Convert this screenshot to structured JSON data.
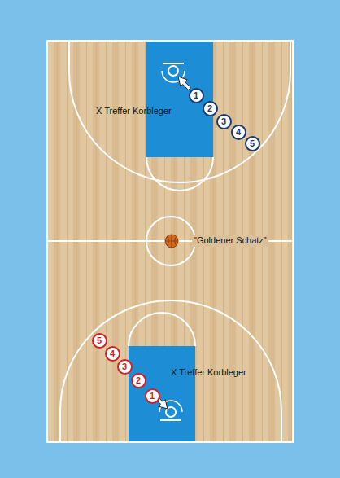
{
  "diagram": {
    "nodes": [
      {
        "text": [
          "1"
        ]
      },
      {
        "text": [
          "2"
        ]
      },
      {
        "text": [
          "3"
        ]
      },
      {
        "text": [
          "4"
        ]
      },
      {
        "text": [
          "5"
        ]
      },
      {
        "text": [
          "5"
        ]
      },
      {
        "text": [
          "4"
        ]
      },
      {
        "text": [
          "3"
        ]
      },
      {
        "text": [
          "2"
        ]
      },
      {
        "text": [
          "1"
        ]
      }
    ],
    "labels": [
      "X Treffer Korbleger",
      "\"Goldener Schatz\"",
      "X Treffer Korbleger"
    ]
  }
}
